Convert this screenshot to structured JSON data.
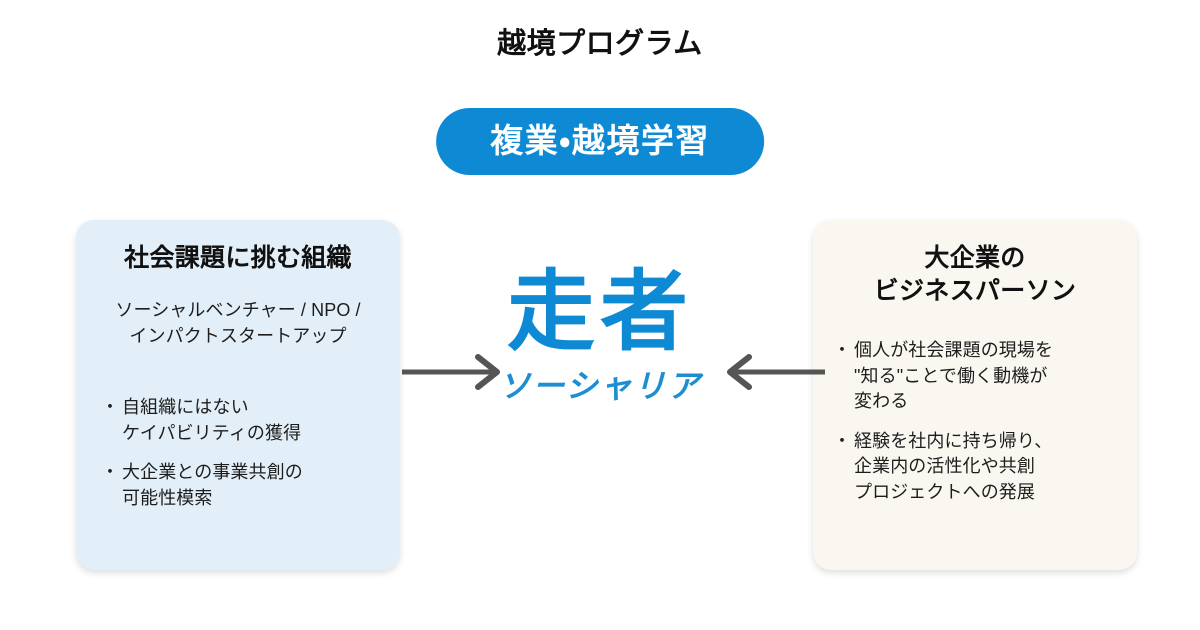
{
  "page": {
    "title": "越境プログラム",
    "background_color": "#ffffff"
  },
  "badge": {
    "label": "複業・越境学習",
    "background_color": "#0e8ad4",
    "text_color": "#ffffff"
  },
  "center_logo": {
    "main": "走者",
    "sub": "ソーシャリア",
    "color": "#0e8ad4"
  },
  "left_card": {
    "heading": "社会課題に挑む組織",
    "subtitle": "ソーシャルベンチャー / NPO /\nインパクトスタートアップ",
    "background_color": "#e3eff8",
    "bullets": [
      "自組織にはない\nケイパビリティの獲得",
      "大企業との事業共創の\n可能性模索"
    ]
  },
  "right_card": {
    "heading": "大企業の\nビジネスパーソン",
    "background_color": "#faf7f1",
    "bullets": [
      "個人が社会課題の現場を\n\"知る\"ことで働く動機が\n変わる",
      "経験を社内に持ち帰り、\n企業内の活性化や共創\nプロジェクトへの発展"
    ]
  },
  "arrows": {
    "color": "#555555",
    "left_to_center_direction": "right",
    "right_to_center_direction": "left"
  }
}
